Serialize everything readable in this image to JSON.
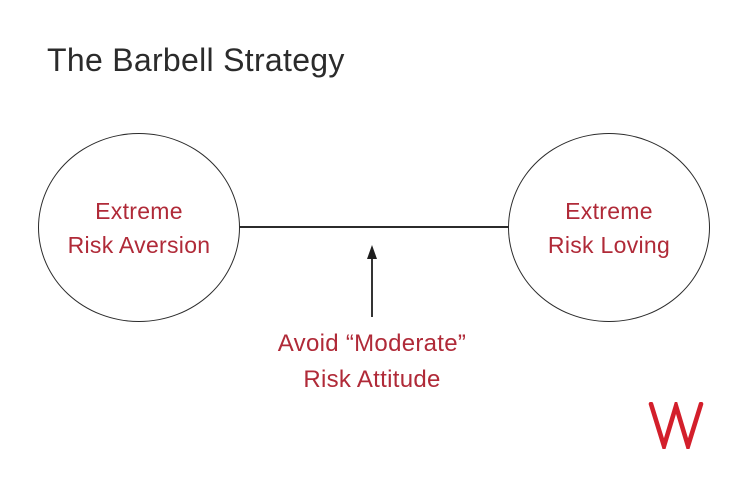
{
  "title": "The Barbell Strategy",
  "diagram": {
    "left_circle": {
      "lines": [
        "Extreme",
        "Risk Aversion"
      ]
    },
    "right_circle": {
      "lines": [
        "Extreme",
        "Risk Loving"
      ]
    },
    "annotation": {
      "lines": [
        "Avoid “Moderate”",
        "Risk Attitude"
      ]
    },
    "icons": {
      "arrow": "up-arrow-icon"
    }
  },
  "logo": {
    "letter": "W"
  },
  "colors": {
    "ink": "#2b2b2b",
    "accent_red": "#b02a38",
    "logo_red": "#d31f2b",
    "background": "#ffffff"
  }
}
